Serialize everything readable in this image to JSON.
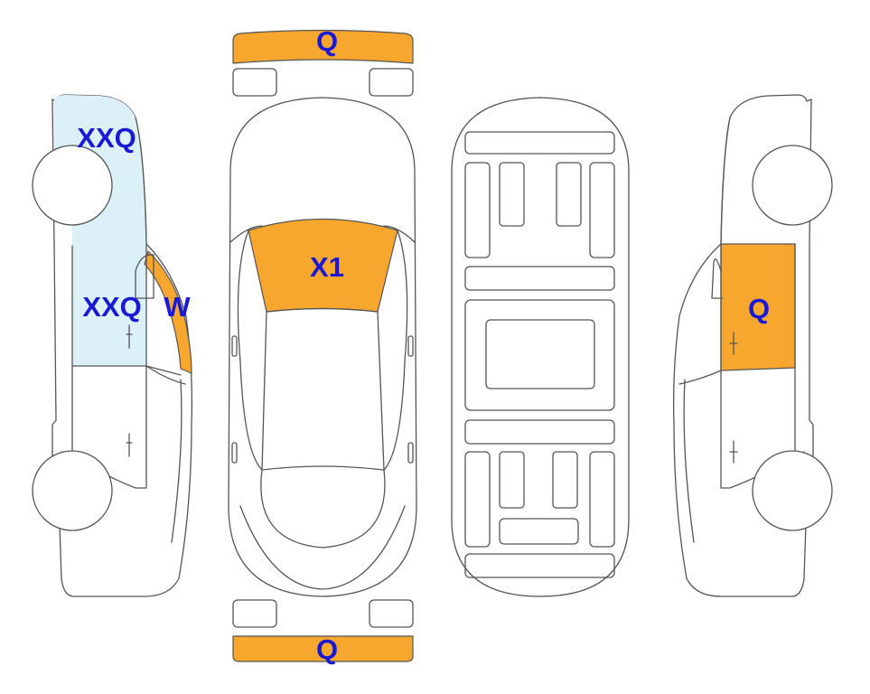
{
  "colors": {
    "damage": "#f7a62e",
    "minor": "#dcf0f8",
    "outline": "#555555",
    "label": "#1a1ad4"
  },
  "labels": {
    "front_bumper": "Q",
    "rear_bumper": "Q",
    "windshield": "X1",
    "left_front_door": "XXQ",
    "left_front_fender": "XXQ",
    "left_a_pillar": "W",
    "right_door": "Q"
  }
}
